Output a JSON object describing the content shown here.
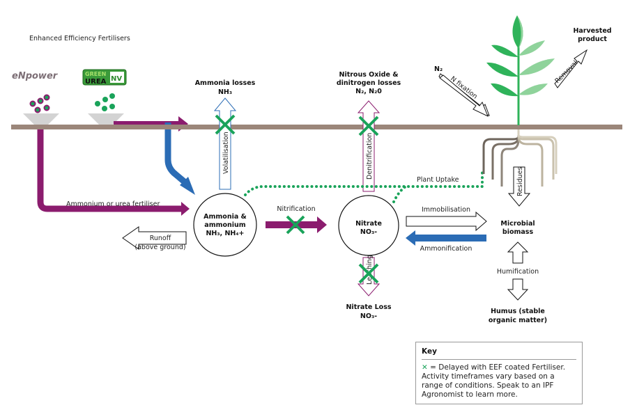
{
  "title": "Enhanced Efficiency Fertilisers",
  "brands": {
    "enpower": "eNpower",
    "green_urea_top": "GREEN",
    "green_urea_bottom": "UREA",
    "green_urea_nv": "NV"
  },
  "colors": {
    "ground": "#9b867a",
    "purple": "#8b1c6e",
    "blue": "#2b6cb5",
    "green": "#1aa35a",
    "bowl": "#d3d3d3",
    "leaf_dark": "#2fb35a",
    "leaf_light": "#8fd39b"
  },
  "losses": {
    "ammonia": {
      "title": "Ammonia losses",
      "formula": "NH₃",
      "process": "Volatilisation"
    },
    "nitrous": {
      "title1": "Nitrous Oxide &",
      "title2": "dinitrogen losses",
      "formula": "N₂, N₂0",
      "process": "Denitrification"
    },
    "nitrate": {
      "title": "Nitrate Loss",
      "formula": "NO₃-",
      "process": "Leaching"
    }
  },
  "nodes": {
    "ammonia": {
      "line1": "Ammonia &",
      "line2": "ammonium",
      "line3": "NH₃, NH₄+"
    },
    "nitrate": {
      "line1": "Nitrate",
      "line2": "NO₃-"
    },
    "microbial": {
      "line1": "Microbial",
      "line2": "biomass"
    },
    "humus": {
      "line1": "Humus (stable",
      "line2": "organic matter)"
    },
    "harvest": {
      "line1": "Harvested",
      "line2": "product"
    }
  },
  "flows": {
    "fertiliser": "Ammonium or urea fertiliser",
    "runoff": "Runoff",
    "runoff_sub": "(above ground)",
    "nitrification": "Nitrification",
    "immobilisation": "Immobilisation",
    "ammonification": "Ammonification",
    "plant_uptake": "Plant Uptake",
    "residues": "Residues",
    "humification": "Humification",
    "n2": "N₂",
    "n_fixation": "N fixation",
    "removal": "Removal"
  },
  "key": {
    "title": "Key",
    "symbol": "✕",
    "text": " = Delayed with EEF coated Fertiliser. Activity timeframes vary based on a range of conditions. Speak to an IPF Agronomist to learn more."
  }
}
